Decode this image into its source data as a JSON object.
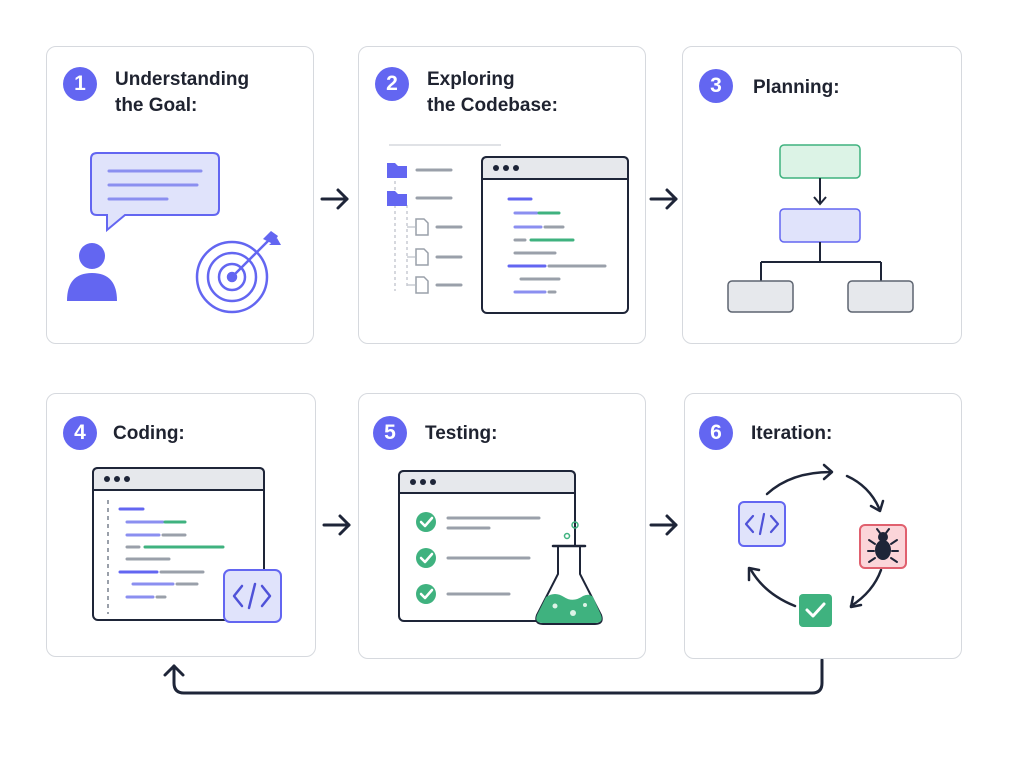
{
  "steps": [
    {
      "number": "1",
      "title_lines": [
        "Understanding",
        "the Goal:"
      ]
    },
    {
      "number": "2",
      "title_lines": [
        "Exploring",
        "the Codebase:"
      ]
    },
    {
      "number": "3",
      "title_lines": [
        "Planning:"
      ]
    },
    {
      "number": "4",
      "title_lines": [
        "Coding:"
      ]
    },
    {
      "number": "5",
      "title_lines": [
        "Testing:"
      ]
    },
    {
      "number": "6",
      "title_lines": [
        "Iteration:"
      ]
    }
  ],
  "colors": {
    "accent": "#6366f1",
    "accent_light": "#e0e3fb",
    "green": "#3fb27f",
    "green_light": "#dcf3e6",
    "red_light": "#fbd5d9",
    "text": "#1f2330",
    "border": "#d6d9de",
    "navy": "#1e2538",
    "gray": "#9aa0aa"
  },
  "icons": {
    "card1": [
      "chat-bubble-icon",
      "user-icon",
      "target-icon"
    ],
    "card2": [
      "folder-tree-icon",
      "code-window-icon"
    ],
    "card3": [
      "flowchart-icon"
    ],
    "card4": [
      "code-editor-icon",
      "code-brackets-icon"
    ],
    "card5": [
      "checklist-window-icon",
      "flask-icon"
    ],
    "card6": [
      "code-brackets-icon",
      "bug-icon",
      "check-icon",
      "cycle-arrows-icon"
    ]
  }
}
